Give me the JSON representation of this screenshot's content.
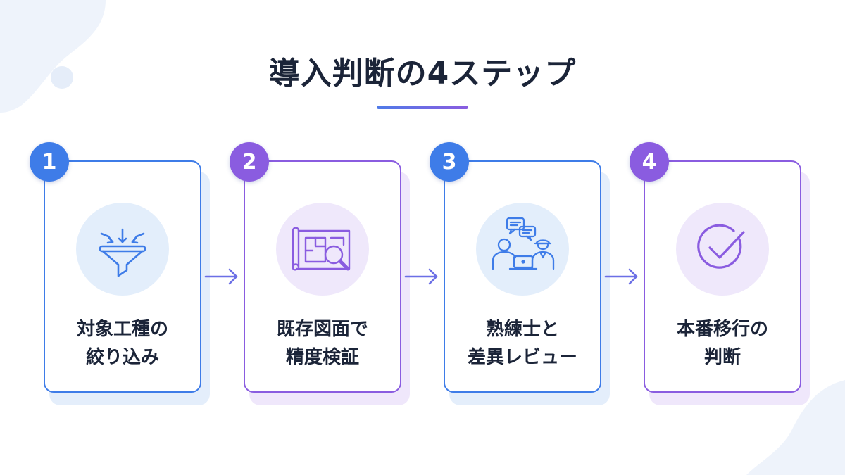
{
  "title": "導入判断の4ステップ",
  "colors": {
    "blue": "#3e7ce8",
    "purple": "#8a5ce0",
    "blue_soft": "#e3eefb",
    "purple_soft": "#efe8fb"
  },
  "steps": [
    {
      "number": "1",
      "icon": "funnel-icon",
      "label_line1": "対象工種の",
      "label_line2": "絞り込み"
    },
    {
      "number": "2",
      "icon": "blueprint-magnifier-icon",
      "label_line1": "既存図面で",
      "label_line2": "精度検証"
    },
    {
      "number": "3",
      "icon": "expert-consultation-icon",
      "label_line1": "熟練士と",
      "label_line2": "差異レビュー"
    },
    {
      "number": "4",
      "icon": "checkmark-circle-icon",
      "label_line1": "本番移行の",
      "label_line2": "判断"
    }
  ]
}
